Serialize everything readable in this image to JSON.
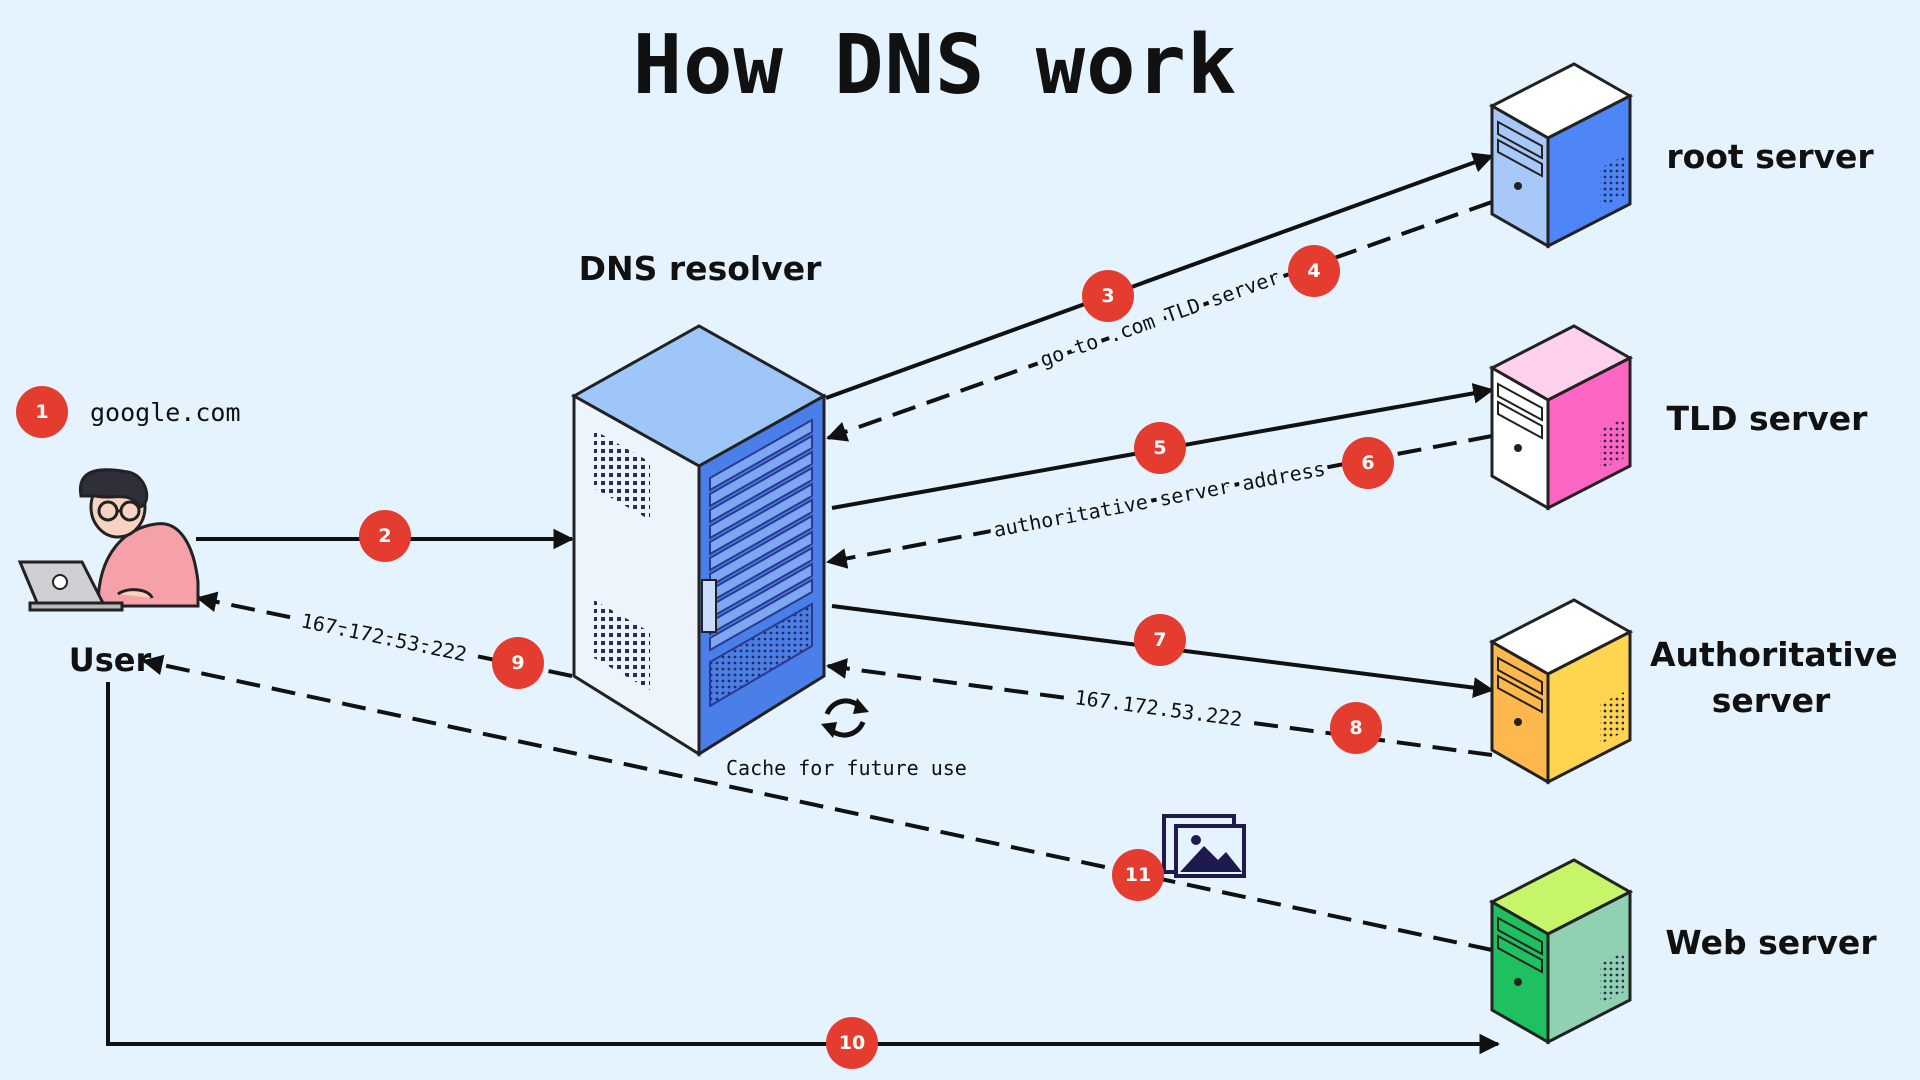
{
  "title": "How DNS work",
  "user": {
    "label": "User",
    "query": "google.com"
  },
  "resolver": {
    "label": "DNS resolver",
    "cache_note": "Cache for future use"
  },
  "servers": {
    "root": "root server",
    "tld": "TLD server",
    "authoritative_line1": "Authoritative",
    "authoritative_line2": "server",
    "web": "Web server"
  },
  "messages": {
    "root_reply": "go to .com TLD server",
    "tld_reply": "authoritative server address",
    "auth_reply": "167.172.53.222",
    "resolver_reply": "167.172.53.222"
  },
  "steps": [
    "1",
    "2",
    "3",
    "4",
    "5",
    "6",
    "7",
    "8",
    "9",
    "10",
    "11"
  ],
  "colors": {
    "background": "#e4f3fe",
    "badge": "#e43d30",
    "root_server": "#4f86f7",
    "tld_server": "#ff66c4",
    "auth_server": "#ffd54f",
    "web_server": "#1fc05f",
    "resolver": "#4a7ee8"
  },
  "icons": [
    "user-laptop-icon",
    "dns-resolver-rack-icon",
    "refresh-icon",
    "image-gallery-icon",
    "server-tower-icon"
  ]
}
